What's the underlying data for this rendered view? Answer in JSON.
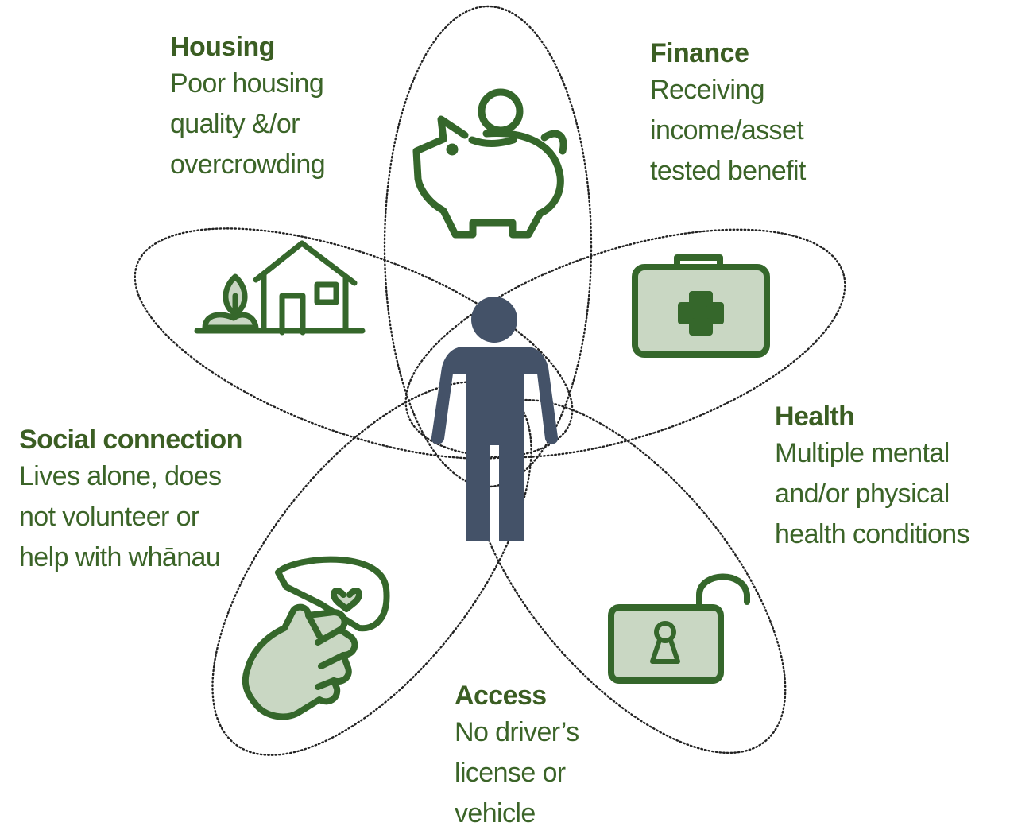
{
  "colors": {
    "text": "#3b6428",
    "title": "#3b5e23",
    "icon_stroke": "#35672b",
    "icon_fill": "#c9d7c3",
    "person": "#445268",
    "petal_outline": "#222222"
  },
  "person": {
    "icon": "person-icon"
  },
  "domains": {
    "housing": {
      "title": "Housing",
      "desc": [
        "Poor housing",
        "quality &/or",
        "overcrowding"
      ],
      "icon": "house-icon"
    },
    "finance": {
      "title": "Finance",
      "desc": [
        "Receiving",
        "income/asset",
        "tested benefit"
      ],
      "icon": "piggy-bank-icon"
    },
    "health": {
      "title": "Health",
      "desc": [
        "Multiple mental",
        "and/or physical",
        "health conditions"
      ],
      "icon": "first-aid-kit-icon"
    },
    "social": {
      "title": "Social connection",
      "desc": [
        "Lives alone, does",
        "not volunteer or",
        "help with whānau"
      ],
      "icon": "hand-heart-icon"
    },
    "access": {
      "title": "Access",
      "desc": [
        "No driver’s",
        "license or",
        "vehicle"
      ],
      "icon": "padlock-icon"
    }
  }
}
